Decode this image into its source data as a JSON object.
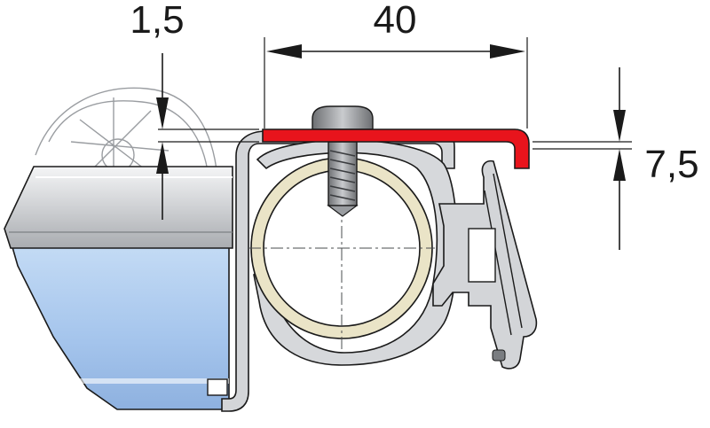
{
  "dimensions": {
    "thickness_label": "1,5",
    "width_label": "40",
    "height_label": "7,5"
  },
  "colors": {
    "highlight_profile": "#e8141c",
    "glass_blue": "#a9c9ef",
    "steel": "#c9cbce",
    "tube_beige": "#e9e3c6",
    "outline": "#1a1a1a"
  }
}
